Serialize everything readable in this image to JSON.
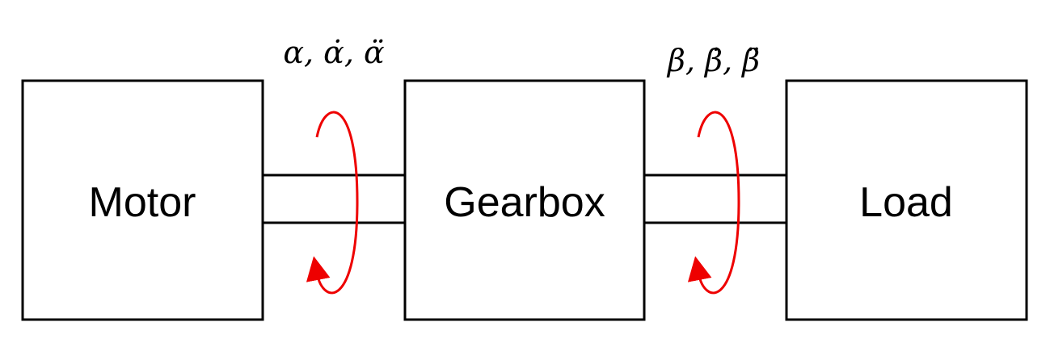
{
  "blocks": {
    "motor": "Motor",
    "gearbox": "Gearbox",
    "load": "Load"
  },
  "labels": {
    "input_shaft": "α, α̇, α̈",
    "output_shaft": "β, β̇, β̈"
  },
  "colors": {
    "stroke": "#000000",
    "rotation_arrow": "#ee0000"
  },
  "icons": {
    "rotation": "circular-rotation-arrow"
  }
}
